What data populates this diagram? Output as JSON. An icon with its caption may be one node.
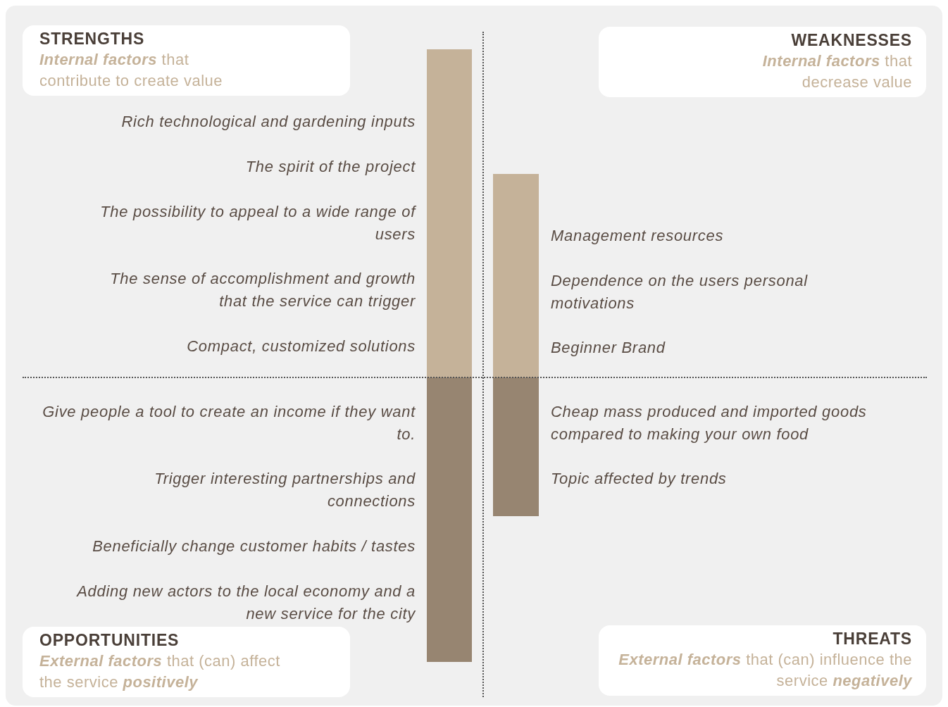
{
  "diagram": {
    "nodes": [
      {
        "text": [
          "STRENGTHS",
          "**Internal factors** that contribute to create value"
        ]
      },
      {
        "text": [
          "WEAKNESSES",
          "**Internal factors** that decrease value"
        ]
      },
      {
        "text": [
          "OPPORTUNITIES",
          "**External factors** that (can) affect the service **positively**"
        ]
      },
      {
        "text": [
          "THREATS",
          "**External factors** that (can) influence the service **negatively**"
        ]
      },
      {
        "text": [],
        "shape": "bar"
      },
      {
        "text": [],
        "shape": "bar"
      },
      {
        "text": [],
        "shape": "bar"
      },
      {
        "text": [],
        "shape": "bar"
      }
    ],
    "labels": [
      "Rich technological and gardening inputs",
      "The spirit of the project",
      "The possibility to appeal to a wide range of users",
      "The sense of accomplishment and growth that the service can trigger",
      "Compact, customized solutions",
      "Management resources",
      "Dependence on the users personal motivations",
      "Beginner Brand",
      "Give people a tool to create an income if they want to.",
      "Trigger interesting partnerships and connections",
      "Beneficially change customer habits / tastes",
      "Adding new actors to the local economy and a new service for the city",
      "Cheap mass produced and imported goods compared to making your own food",
      "Topic affected by trends"
    ]
  }
}
